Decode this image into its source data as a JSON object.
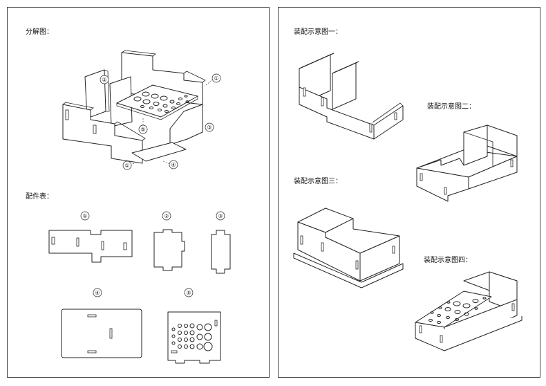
{
  "left_panel": {
    "exploded_title": "分解图：",
    "parts_title": "配件表：",
    "callouts": [
      "①",
      "②",
      "③",
      "④",
      "⑤"
    ],
    "part_labels": [
      "①",
      "②",
      "③",
      "④",
      "⑤"
    ]
  },
  "right_panel": {
    "assembly_1": "装配示意图一：",
    "assembly_2": "装配示意图二：",
    "assembly_3": "装配示意图三：",
    "assembly_4": "装配示意图四："
  }
}
